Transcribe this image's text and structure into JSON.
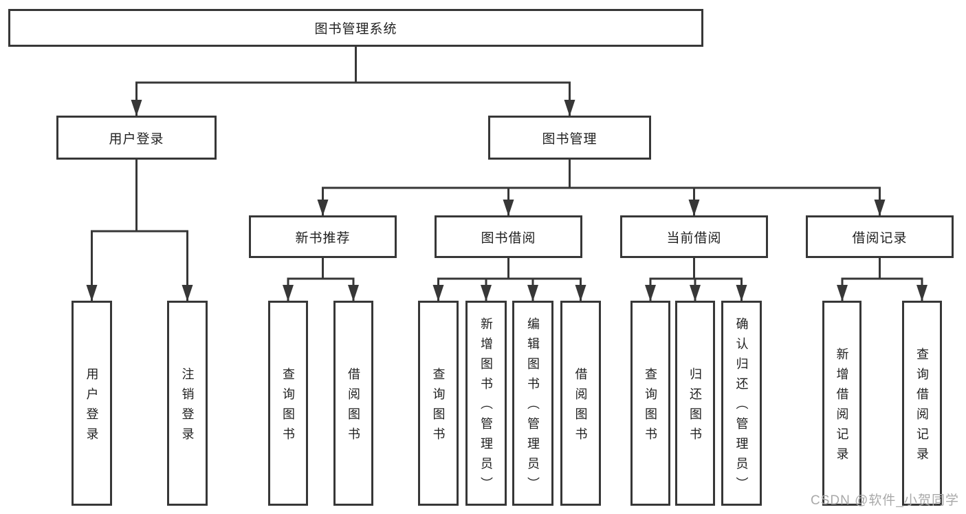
{
  "tree": {
    "label": "图书管理系统",
    "children": [
      {
        "label": "用户登录",
        "children": [
          {
            "label": "用户登录"
          },
          {
            "label": "注销登录"
          }
        ]
      },
      {
        "label": "图书管理",
        "children": [
          {
            "label": "新书推荐",
            "children": [
              {
                "label": "查询图书"
              },
              {
                "label": "借阅图书"
              }
            ]
          },
          {
            "label": "图书借阅",
            "children": [
              {
                "label": "查询图书"
              },
              {
                "label": "新增图书（管理员）"
              },
              {
                "label": "编辑图书（管理员）"
              },
              {
                "label": "借阅图书"
              }
            ]
          },
          {
            "label": "当前借阅",
            "children": [
              {
                "label": "查询图书"
              },
              {
                "label": "归还图书"
              },
              {
                "label": "确认归还（管理员）"
              }
            ]
          },
          {
            "label": "借阅记录",
            "children": [
              {
                "label": "新增借阅记录"
              },
              {
                "label": "查询借阅记录"
              }
            ]
          }
        ]
      }
    ]
  },
  "watermark": {
    "text": "CSDN @软件_小贺同学"
  },
  "colors": {
    "line": "#373737",
    "box_border": "#373737",
    "box_fill": "#ffffff",
    "text": "#1f1f1f",
    "watermark": "#a9a9a9",
    "background": "#ffffff"
  }
}
